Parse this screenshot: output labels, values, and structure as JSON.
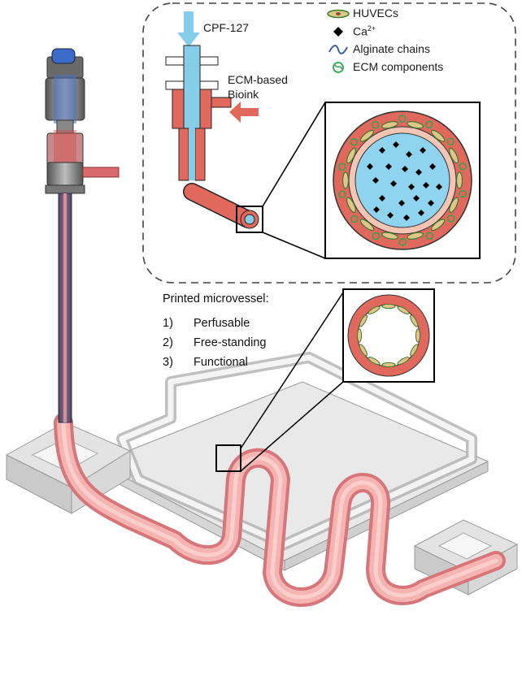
{
  "inset": {
    "inputs": {
      "cpf_label": "CPF-127",
      "bioink_label_line1": "ECM-based",
      "bioink_label_line2": "Bioink"
    },
    "legend": [
      {
        "icon": "huvec-cell-icon",
        "label": "HUVECs",
        "color": "#3a7a2a"
      },
      {
        "icon": "calcium-ion-icon",
        "label": "Ca",
        "sup": "2+",
        "color": "#000000"
      },
      {
        "icon": "alginate-chain-icon",
        "label": "Alginate chains",
        "color": "#3b5fae"
      },
      {
        "icon": "ecm-component-icon",
        "label": "ECM components",
        "color": "#2aa84a"
      }
    ]
  },
  "printed_microvessel": {
    "heading": "Printed microvessel:",
    "items": [
      {
        "num": "1)",
        "label": "Perfusable"
      },
      {
        "num": "2)",
        "label": "Free-standing"
      },
      {
        "num": "3)",
        "label": "Functional"
      }
    ]
  },
  "colors": {
    "vessel_wall": "#d96a5e",
    "vessel_pink": "#f2a8a8",
    "core_blue": "#8fd3ee",
    "arrow_blue": "#86cdea",
    "arrow_red": "#e1685d",
    "chip_gray": "#d9d9d9"
  }
}
